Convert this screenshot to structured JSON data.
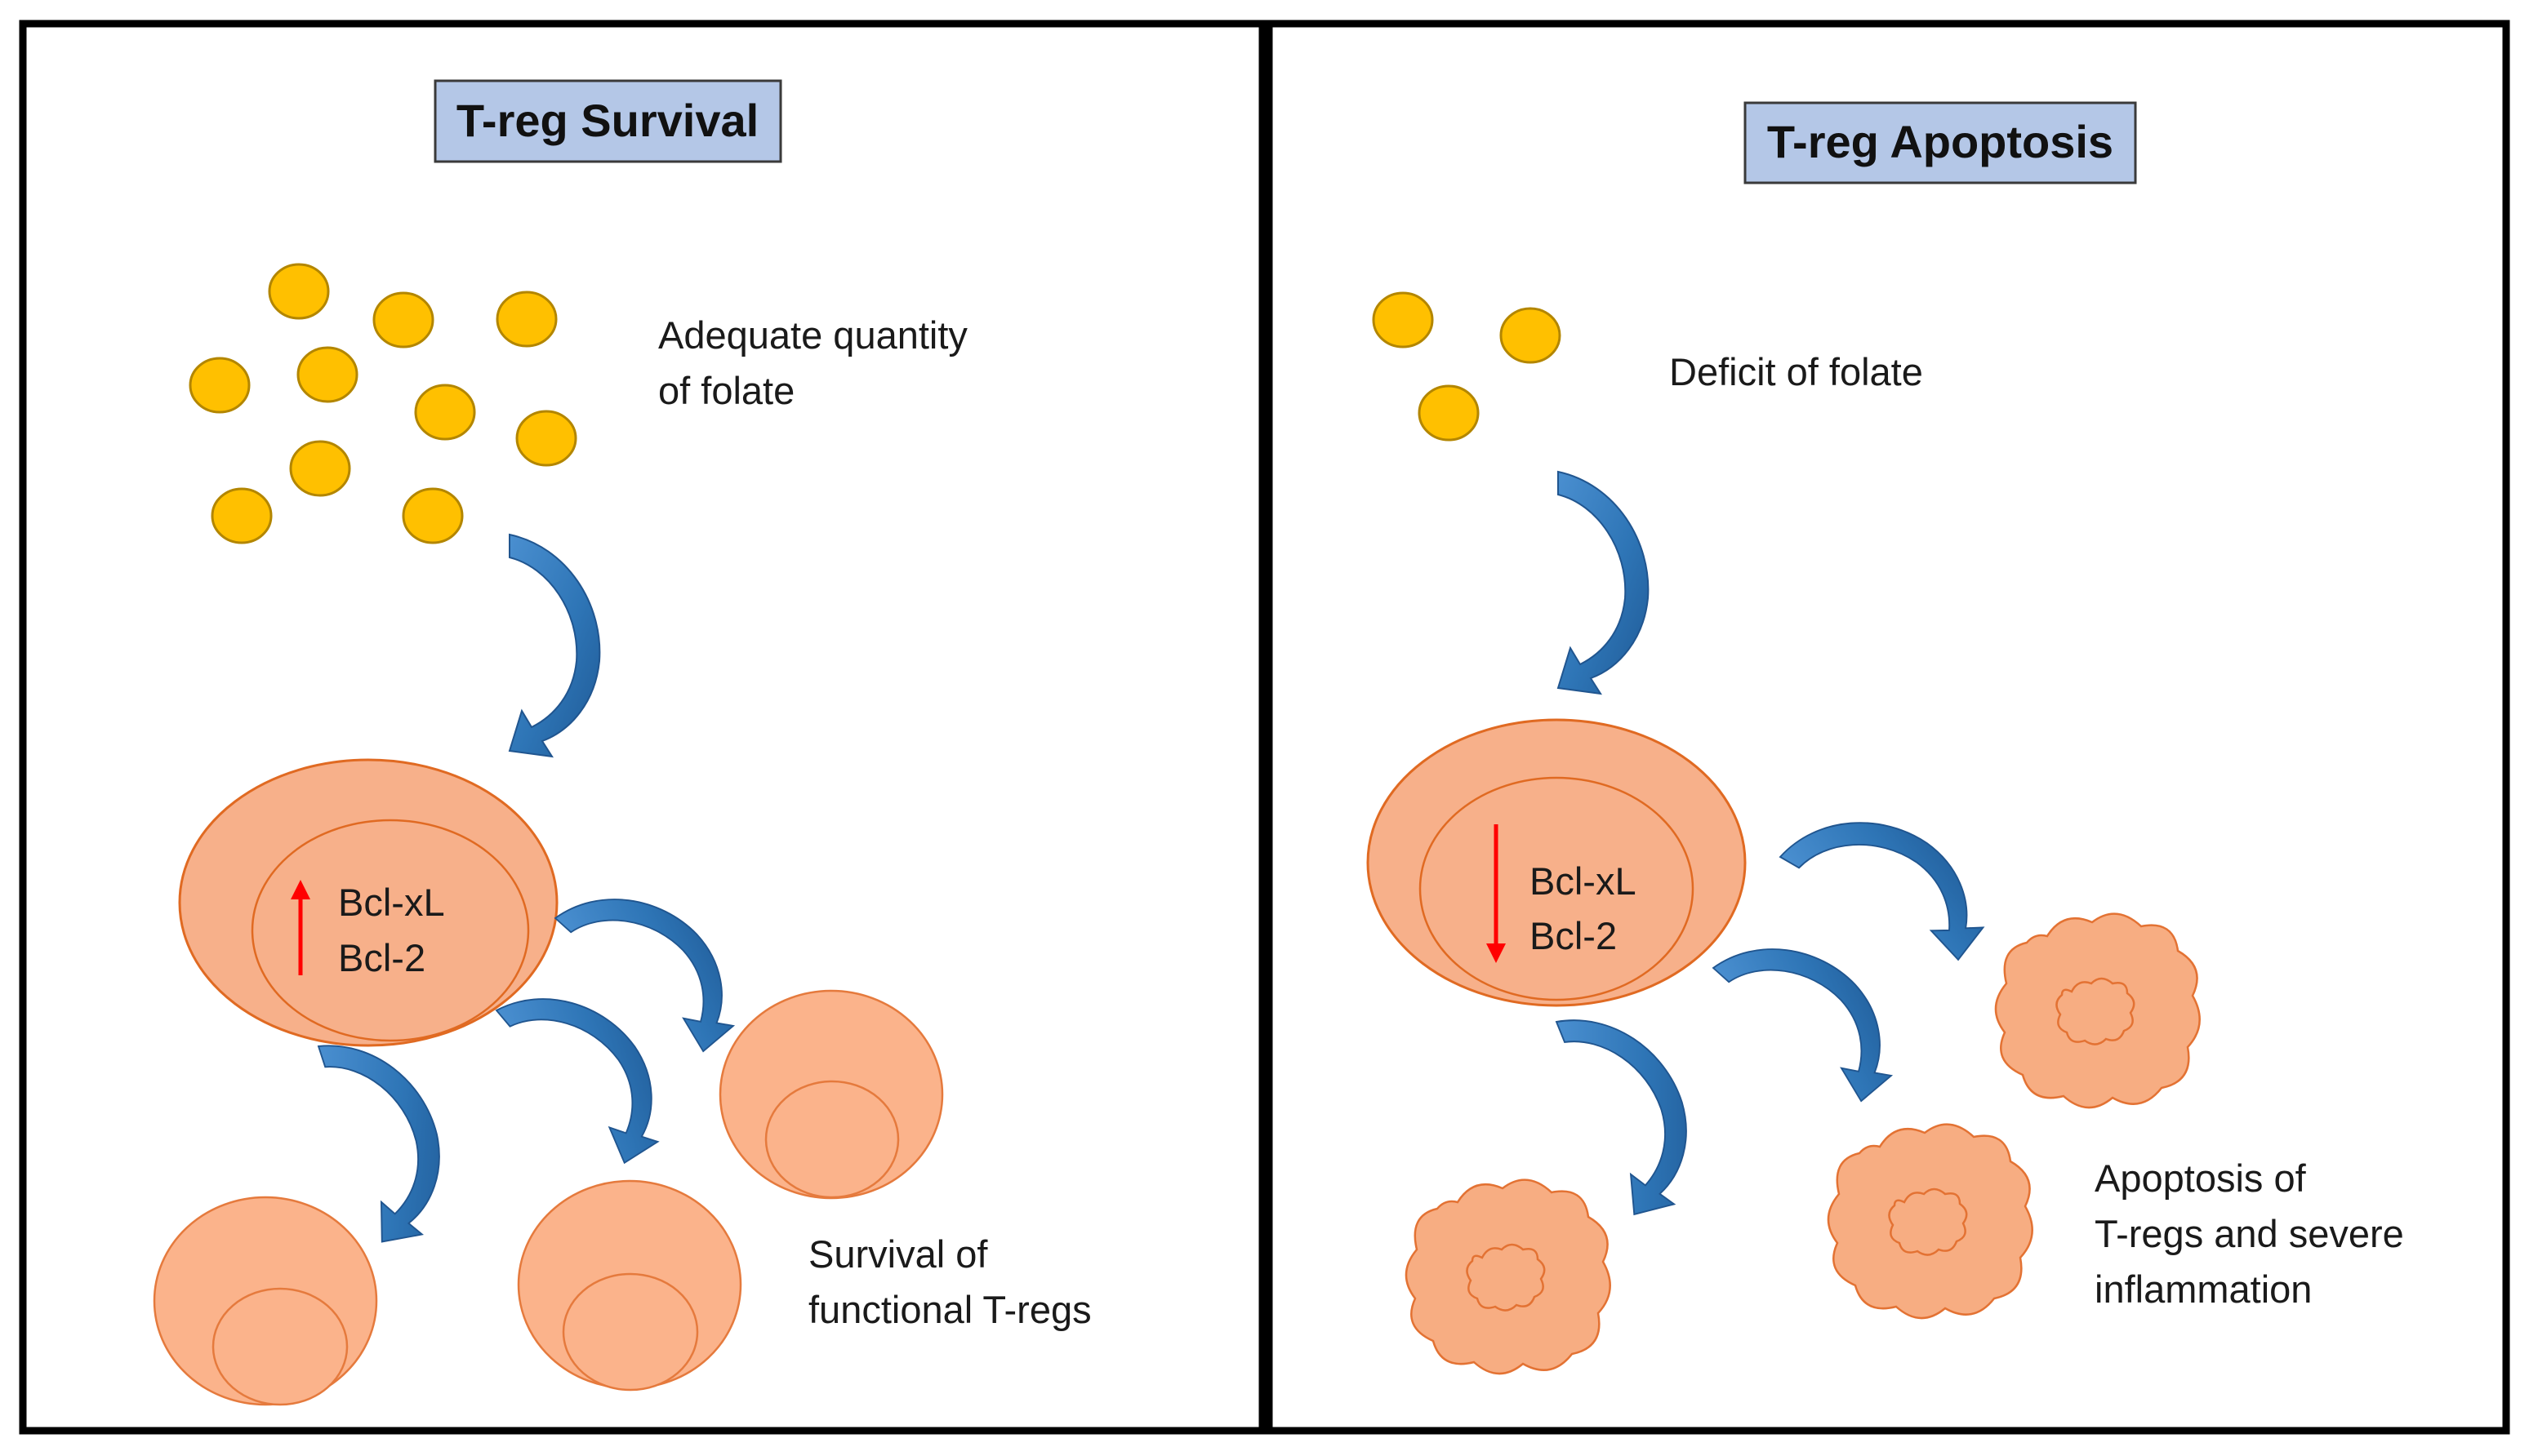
{
  "left_panel": {
    "title": "T-reg Survival",
    "folate_text": [
      "Adequate quantity",
      "of folate"
    ],
    "cell_markers": [
      "Bcl-xL",
      "Bcl-2"
    ],
    "marker_direction": "up",
    "outcome_text": [
      "Survival of",
      "functional T-regs"
    ]
  },
  "right_panel": {
    "title": "T-reg Apoptosis",
    "folate_text": [
      "Deficit of folate"
    ],
    "cell_markers": [
      "Bcl-xL",
      "Bcl-2"
    ],
    "marker_direction": "down",
    "outcome_text": [
      "Apoptosis of",
      "T-regs and severe",
      "inflammation"
    ]
  },
  "colors": {
    "title_box": "#b4c7e7",
    "folate": "#ffc000",
    "cell": "#f7b08a",
    "cell_border": "#e06a22",
    "curved_arrow": "#2e75b6",
    "marker_arrow": "#ff0000"
  }
}
